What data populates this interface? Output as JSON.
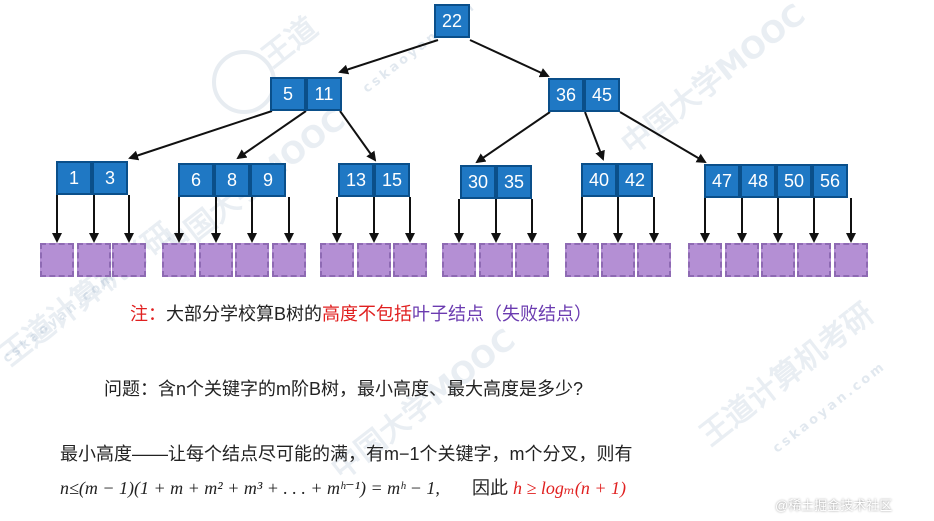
{
  "colors": {
    "key_fill": "#1f78c4",
    "key_border": "#0a4f8a",
    "leaf_fill": "#b48fd4",
    "note_red": "#e02020",
    "note_purple": "#6b3bb0"
  },
  "tree": {
    "root": {
      "keys": [
        "22"
      ]
    },
    "level1": [
      {
        "keys": [
          "5",
          "11"
        ]
      },
      {
        "keys": [
          "36",
          "45"
        ]
      }
    ],
    "level2": [
      {
        "keys": [
          "1",
          "3"
        ]
      },
      {
        "keys": [
          "6",
          "8",
          "9"
        ]
      },
      {
        "keys": [
          "13",
          "15"
        ]
      },
      {
        "keys": [
          "30",
          "35"
        ]
      },
      {
        "keys": [
          "40",
          "42"
        ]
      },
      {
        "keys": [
          "47",
          "48",
          "50",
          "56"
        ]
      }
    ]
  },
  "note": {
    "prefix": "注：",
    "part1": "大部分学校算B树的",
    "part2": "高度不包括",
    "part3": "叶子结点（失败结点）"
  },
  "question": "问题：含n个关键字的m阶B树，最小高度、最大高度是多少?",
  "answer": {
    "line1": "最小高度——让每个结点尽可能的满，有m−1个关键字，m个分叉，则有",
    "formula": "n≤(m − 1)(1 + m + m² + m³ + . . . + mʰ⁻¹) = mʰ − 1,",
    "conclusion_label": "因此",
    "conclusion": "h ≥ logₘ(n + 1)"
  },
  "watermark": {
    "text1": "王道",
    "text2": "中国大学MOOC",
    "text3": "王道计算机考研",
    "text4": "cskaoyan.com",
    "footer": "@稀土掘金技术社区"
  }
}
